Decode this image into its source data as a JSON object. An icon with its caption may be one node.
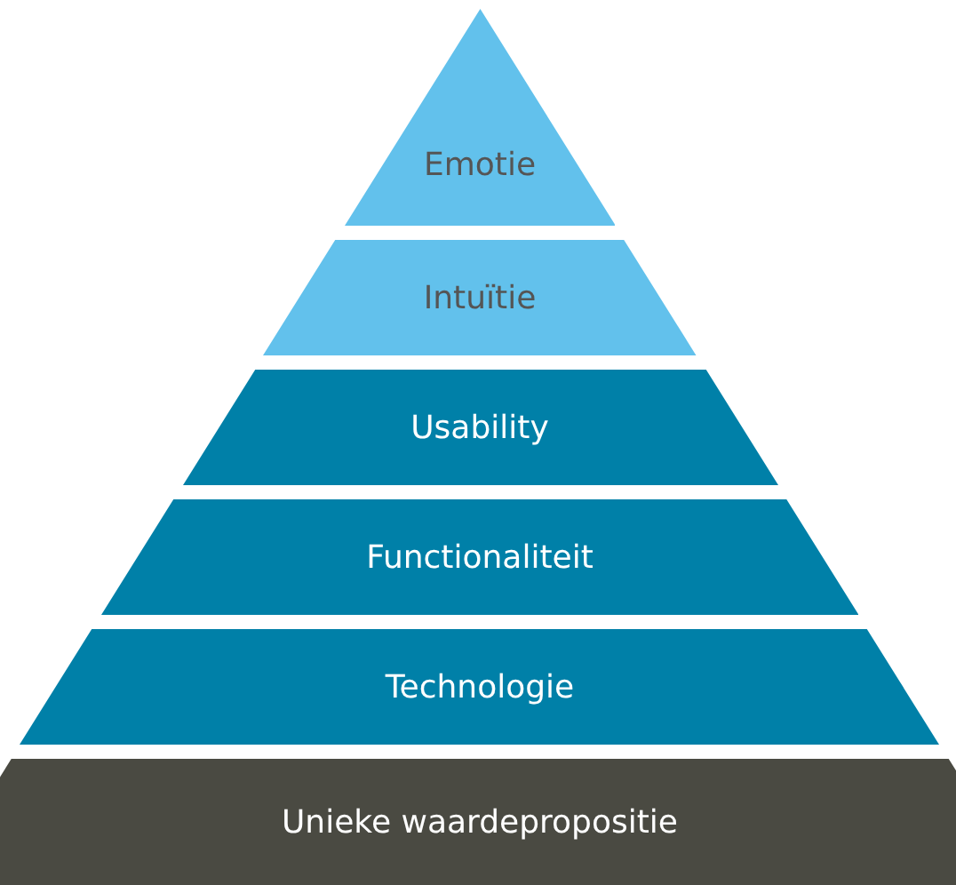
{
  "diagram": {
    "nodes": [
      {
        "text": [
          "Emotie"
        ]
      },
      {
        "text": [
          "Intuïtie"
        ]
      },
      {
        "text": [
          "Usability"
        ]
      },
      {
        "text": [
          "Functionaliteit"
        ]
      },
      {
        "text": [
          "Technologie"
        ]
      },
      {
        "text": [
          "Unieke waardepropositie"
        ]
      }
    ]
  }
}
